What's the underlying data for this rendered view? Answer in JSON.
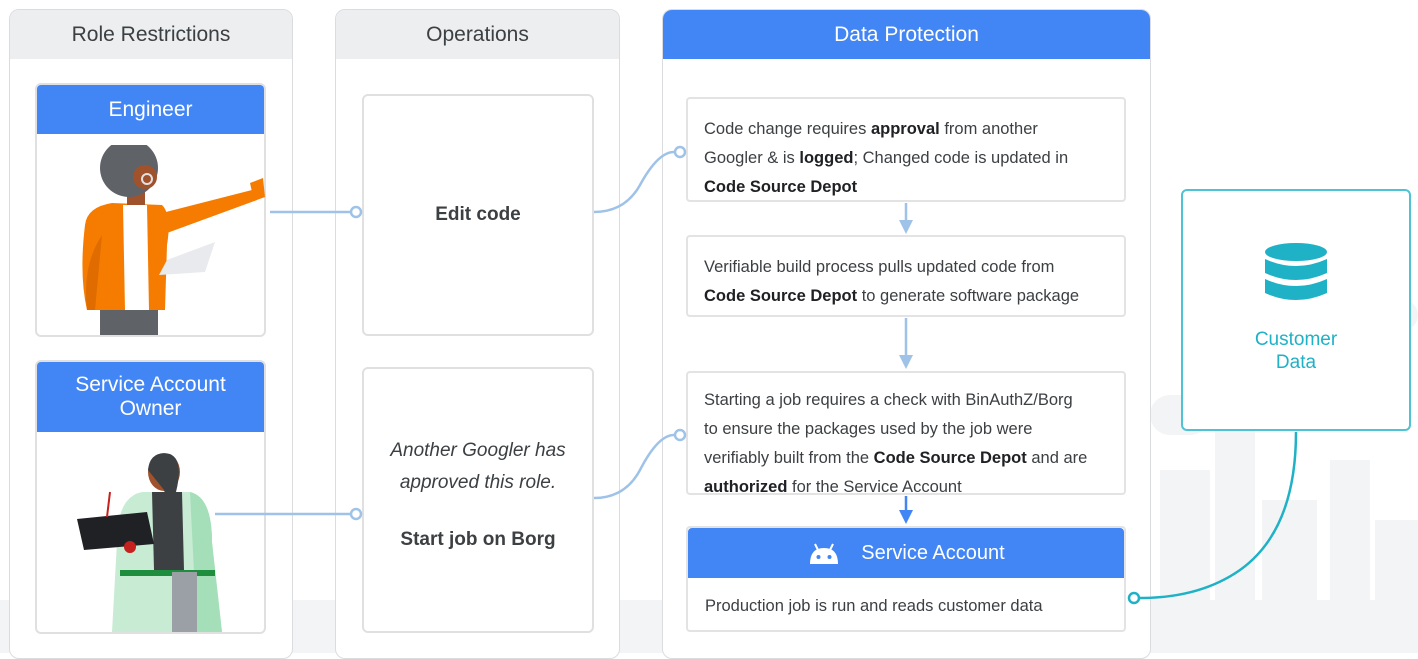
{
  "columns": {
    "roles": {
      "title": "Role Restrictions"
    },
    "operations": {
      "title": "Operations"
    },
    "protection": {
      "title": "Data Protection"
    }
  },
  "roles": {
    "engineer": {
      "title": "Engineer"
    },
    "service_owner": {
      "title_line1": "Service Account",
      "title_line2": "Owner"
    }
  },
  "operations": {
    "edit": {
      "label": "Edit code"
    },
    "borg": {
      "note_line1": "Another Googler has",
      "note_line2": "approved this role.",
      "label": "Start job on Borg"
    }
  },
  "steps": {
    "s1": {
      "p1": "Code change requires ",
      "b1": "approval",
      "p2": " from another",
      "p3": "Googler & is ",
      "b2": "logged",
      "p4": "; Changed code is updated in",
      "b3": "Code Source Depot"
    },
    "s2": {
      "p1": "Verifiable build process pulls updated code from",
      "b1": "Code Source Depot",
      "p2": " to generate software package"
    },
    "s3": {
      "p1": "Starting a job requires a check with BinAuthZ/Borg",
      "p2": "to ensure the packages used by the job were",
      "p3": "verifiably built from the ",
      "b1": "Code Source Depot",
      "p4": " and are",
      "b2": "authorized",
      "p5": " for the Service Account"
    }
  },
  "service_account": {
    "title": "Service Account",
    "icon": "android-icon",
    "body": "Production job is run and reads customer data"
  },
  "customer_data": {
    "icon": "database-icon",
    "label_line1": "Customer",
    "label_line2": "Data"
  },
  "colors": {
    "blue": "#4285f4",
    "teal": "#1fb1c6",
    "connector": "#9fc2e8",
    "orange": "#f57c00"
  }
}
